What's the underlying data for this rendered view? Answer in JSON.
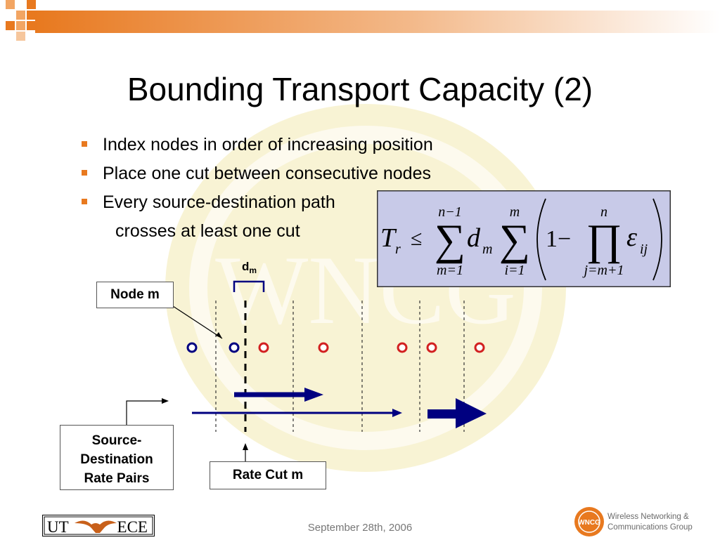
{
  "slide": {
    "title": "Bounding Transport Capacity (2)",
    "bullets": [
      "Index nodes in order of increasing position",
      "Place one cut between consecutive nodes",
      "Every source-destination path"
    ],
    "bullet_continuation": "crosses at least one cut"
  },
  "diagram": {
    "dm_label": "d",
    "dm_sub": "m",
    "node_label": "Node m",
    "source_label_lines": [
      "Source-",
      "Destination",
      "Rate Pairs"
    ],
    "rate_cut_label": "Rate Cut m",
    "watermark": "WNCG"
  },
  "formula": {
    "lhs": "T",
    "lhs_sub": "r",
    "relation": "≤",
    "sum1_upper": "n−1",
    "sum1_lower": "m=1",
    "term": "d",
    "term_sub": "m",
    "sum2_upper": "m",
    "sum2_lower": "i=1",
    "one_minus": "1−",
    "prod_upper": "n",
    "prod_lower": "j=m+1",
    "epsilon": "ε",
    "epsilon_sub": "ij"
  },
  "footer": {
    "date": "September 28th, 2006",
    "ut_text": "UT",
    "ece_text": "ECE",
    "wncg_logo_text": "WNCG",
    "wncg_line1": "Wireless Networking &",
    "wncg_line2": "Communications Group"
  },
  "colors": {
    "accent_orange": "#e8791f",
    "navy": "#000080",
    "node_red": "#d22020",
    "formula_bg": "#c8cae8",
    "watermark": "#f8f3d4"
  }
}
